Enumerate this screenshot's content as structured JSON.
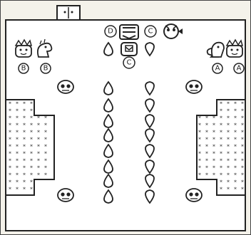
{
  "map": {
    "labels": {
      "d_top": "D",
      "c_top": "C",
      "c_center": "C",
      "b_left_1": "B",
      "b_left_2": "B",
      "a_right_1": "A",
      "a_right_2": "A"
    },
    "icons": {
      "door": "door-icon",
      "skull": "skull-icon",
      "cone_piece": "cone-piece-icon",
      "king": "king-icon",
      "dragon": "dragon-icon",
      "treasure": "treasure-chest-icon",
      "gate": "gate-icon",
      "boss": "boss-face-icon"
    },
    "colors": {
      "ink": "#222222",
      "paper": "#f4f2ea",
      "field": "#ffffff"
    }
  }
}
